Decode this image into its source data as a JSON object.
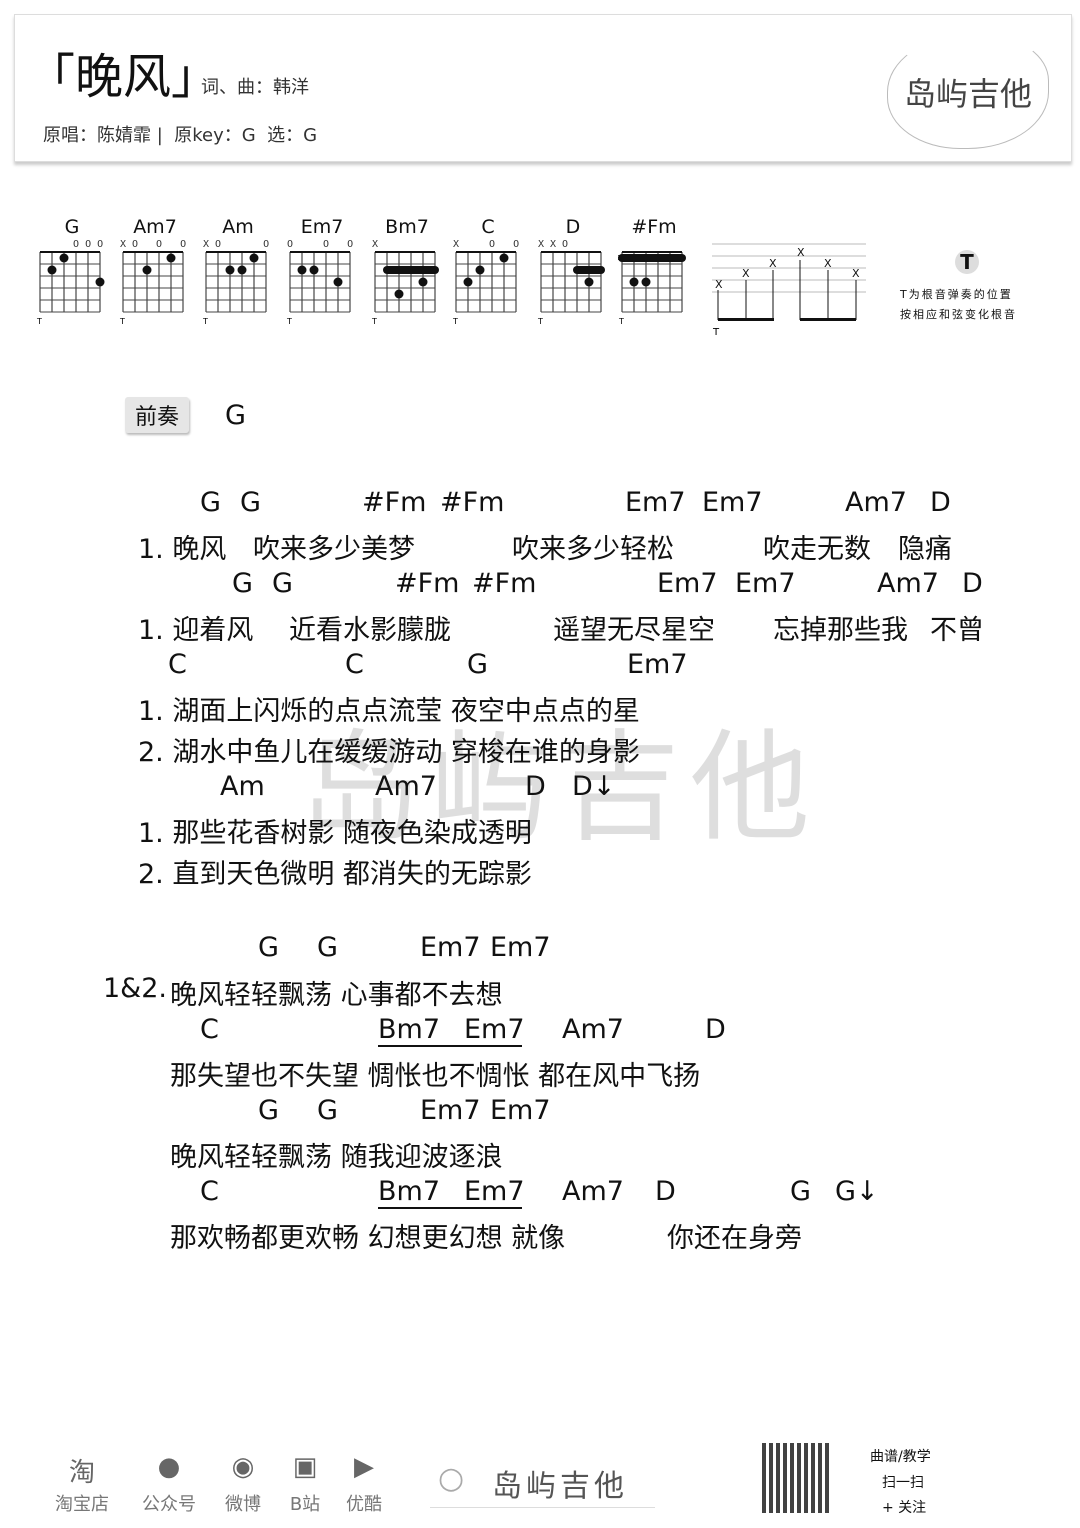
{
  "header": {
    "title": "「晚风」",
    "credit": "词、曲：韩洋",
    "info": "原唱：陈婧霏 |  原key：G  选：G",
    "logo": "岛屿吉他"
  },
  "chords": [
    {
      "name": "G",
      "muted": "   OOO",
      "dots": [
        [
          2,
          2
        ],
        [
          1,
          3
        ],
        [
          3,
          6
        ]
      ],
      "barre": null
    },
    {
      "name": "Am7",
      "muted": "XO O O",
      "dots": [
        [
          2,
          3
        ],
        [
          1,
          5
        ]
      ],
      "barre": null
    },
    {
      "name": "Am",
      "muted": "XO   O",
      "dots": [
        [
          2,
          3
        ],
        [
          2,
          4
        ],
        [
          1,
          5
        ]
      ],
      "barre": null
    },
    {
      "name": "Em7",
      "muted": "O  O O",
      "dots": [
        [
          2,
          2
        ],
        [
          2,
          3
        ],
        [
          3,
          5
        ]
      ],
      "barre": null
    },
    {
      "name": "Bm7",
      "muted": "X     ",
      "dots": [
        [
          3,
          5
        ],
        [
          4,
          3
        ]
      ],
      "barre": [
        2,
        2,
        6
      ]
    },
    {
      "name": "C",
      "muted": "X  O O",
      "dots": [
        [
          3,
          2
        ],
        [
          2,
          3
        ],
        [
          1,
          5
        ]
      ],
      "barre": null
    },
    {
      "name": "D",
      "muted": "XXO   ",
      "dots": [
        [
          3,
          5
        ]
      ],
      "barre": [
        2,
        4,
        6
      ]
    },
    {
      "name": "#Fm",
      "muted": "      ",
      "dots": [
        [
          3,
          2
        ],
        [
          3,
          3
        ]
      ],
      "barre": [
        1,
        1,
        6
      ],
      "fret": "2"
    }
  ],
  "root_note": {
    "symbol": "T",
    "line1": "T为根音弹奏的位置",
    "line2": "按相应和弦变化根音"
  },
  "intro": {
    "label": "前奏",
    "chord": "G"
  },
  "verse": {
    "c1": [
      "G",
      "G",
      "#Fm",
      "#Fm",
      "Em7",
      "Em7",
      "Am7",
      "D"
    ],
    "l1": [
      "1. 晚风",
      "吹来多少美梦",
      "吹来多少轻松",
      "吹走无数",
      "隐痛"
    ],
    "c2": [
      "G",
      "G",
      "#Fm",
      "#Fm",
      "Em7",
      "Em7",
      "Am7",
      "D"
    ],
    "l2": [
      "1. 迎着风",
      "近看水影朦胧",
      "遥望无尽星空",
      "忘掉那些我",
      "不曾"
    ],
    "c3": [
      "C",
      "C",
      "G",
      "Em7"
    ],
    "l3": "1. 湖面上闪烁的点点流莹 夜空中点点的星",
    "l4": "2. 湖水中鱼儿在缓缓游动 穿梭在谁的身影",
    "c4": [
      "Am",
      "Am7",
      "D",
      "D↓"
    ],
    "l5": "1. 那些花香树影 随夜色染成透明",
    "l6": "2. 直到天色微明 都消失的无踪影"
  },
  "chorus": {
    "c1": [
      "G",
      "G",
      "Em7",
      "Em7"
    ],
    "num": "1&2.",
    "l1": "晚风轻轻飘荡 心事都不去想",
    "c2": [
      "C",
      "Bm7",
      "Em7",
      "Am7",
      "D"
    ],
    "l2": "那失望也不失望 惆怅也不惆怅 都在风中飞扬",
    "c3": [
      "G",
      "G",
      "Em7",
      "Em7"
    ],
    "l3": "晚风轻轻飘荡 随我迎波逐浪",
    "c4": [
      "C",
      "Bm7",
      "Em7",
      "Am7",
      "D",
      "G",
      "G↓"
    ],
    "l4a": "那欢畅都更欢畅 幻想更幻想 就像",
    "l4b": "你还在身旁"
  },
  "watermark": "岛屿吉他",
  "footer": {
    "links": [
      {
        "icon": "淘",
        "label": "淘宝店"
      },
      {
        "icon": "●",
        "label": "公众号"
      },
      {
        "icon": "◉",
        "label": "微博"
      },
      {
        "icon": "▣",
        "label": "B站"
      },
      {
        "icon": "▶",
        "label": "优酷"
      }
    ],
    "search": "岛屿吉他",
    "qr": [
      "曲谱/教学",
      "扫一扫",
      "+ 关注"
    ]
  }
}
